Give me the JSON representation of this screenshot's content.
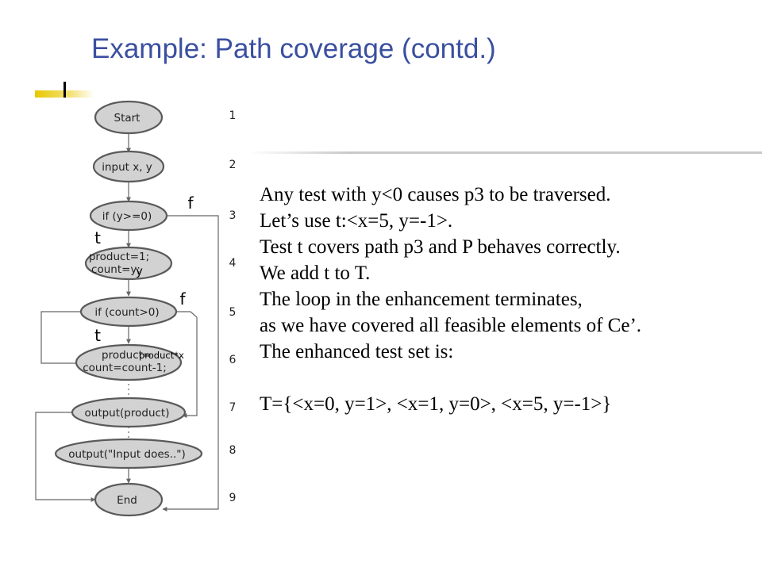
{
  "slide": {
    "title": "Example: Path coverage (contd.)",
    "body_lines": [
      "Any test with y<0 causes p3 to be traversed.",
      "Let’s use t:<x=5, y=-1>.",
      "Test t covers path p3 and P behaves correctly.",
      "We add t to T.",
      "The loop in the enhancement terminates,",
      "as we have covered all feasible elements of Ce’.",
      "The enhanced test set is:",
      "",
      "T={<x=0, y=1>, <x=1, y=0>, <x=5, y=-1>}"
    ]
  },
  "flowchart": {
    "nodes": [
      {
        "id": 1,
        "label": "Start"
      },
      {
        "id": 2,
        "label": "input x, y"
      },
      {
        "id": 3,
        "label": "if (y>=0)"
      },
      {
        "id": 4,
        "label_lines": [
          "product=1;",
          "count=y;"
        ]
      },
      {
        "id": 5,
        "label": "if (count>0)"
      },
      {
        "id": 6,
        "label_lines": [
          "product=",
          "count=count-1;"
        ]
      },
      {
        "id": 7,
        "label": "output(product)"
      },
      {
        "id": 8,
        "label": "output(\"Input does..\")"
      },
      {
        "id": 9,
        "label": "End"
      }
    ],
    "line_numbers": [
      "1",
      "2",
      "3",
      "4",
      "5",
      "6",
      "7",
      "8",
      "9"
    ],
    "branch_labels": {
      "n3_false": "f",
      "n3_true": "t",
      "n5_false": "f",
      "n5_true": "t"
    },
    "overlay_text": {
      "count_value": "y",
      "product_expr": "product*x"
    }
  },
  "colors": {
    "title": "#3a4fa0",
    "node_fill": "#d2d2d2",
    "node_stroke": "#5a5a5a",
    "accent": "#e8c800"
  }
}
